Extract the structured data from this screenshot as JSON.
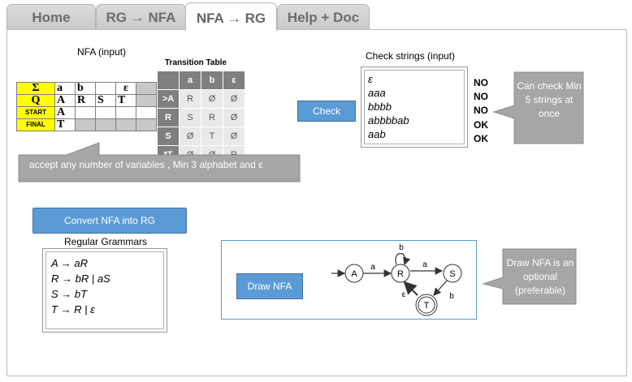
{
  "tabs": [
    {
      "label": "Home",
      "active": false
    },
    {
      "label": "RG → NFA",
      "active": false
    },
    {
      "label": "NFA → RG",
      "active": true
    },
    {
      "label": "Help + Doc",
      "active": false
    }
  ],
  "nfa_input": {
    "title": "NFA (input)",
    "sigma_label": "Σ",
    "alphabet": [
      "a",
      "b",
      "",
      "ε"
    ],
    "q_label": "Q",
    "states": [
      "A",
      "R",
      "S",
      "T"
    ],
    "start_label": "START",
    "start_value": "A",
    "final_label": "FINAL",
    "final_value": "T"
  },
  "transition_table": {
    "title": "Transition Table",
    "headers": [
      "",
      "a",
      "b",
      "ε"
    ],
    "rows": [
      [
        "&gt;A",
        "R",
        "Ø",
        "Ø"
      ],
      [
        "R",
        "S",
        "R",
        "Ø"
      ],
      [
        "S",
        "Ø",
        "T",
        "Ø"
      ],
      [
        "*T",
        "Ø",
        "Ø",
        "R"
      ]
    ]
  },
  "input_hint": "accept any number of variables , Min 3 alphabet and  ε",
  "check_strings": {
    "title": "Check strings (input)",
    "button": "Check",
    "strings": [
      "ε",
      "aaa",
      "bbbb",
      "abbbbab",
      "aab"
    ],
    "results": [
      "NO",
      "NO",
      "NO",
      "OK",
      "OK"
    ],
    "note": "Can check Min 5 strings at once"
  },
  "convert_button": "Convert NFA into RG",
  "regular_grammars": {
    "title": "Regular Grammars",
    "rules": [
      "A → aR",
      "R → bR  |  aS",
      "S → bT",
      "T → R  |  ε"
    ]
  },
  "draw_nfa": {
    "button": "Draw NFA",
    "note": "Draw NFA is an optional (preferable)",
    "states": [
      "A",
      "R",
      "S",
      "T"
    ],
    "edge_labels": [
      "a",
      "b",
      "a",
      "b",
      "ε"
    ]
  }
}
